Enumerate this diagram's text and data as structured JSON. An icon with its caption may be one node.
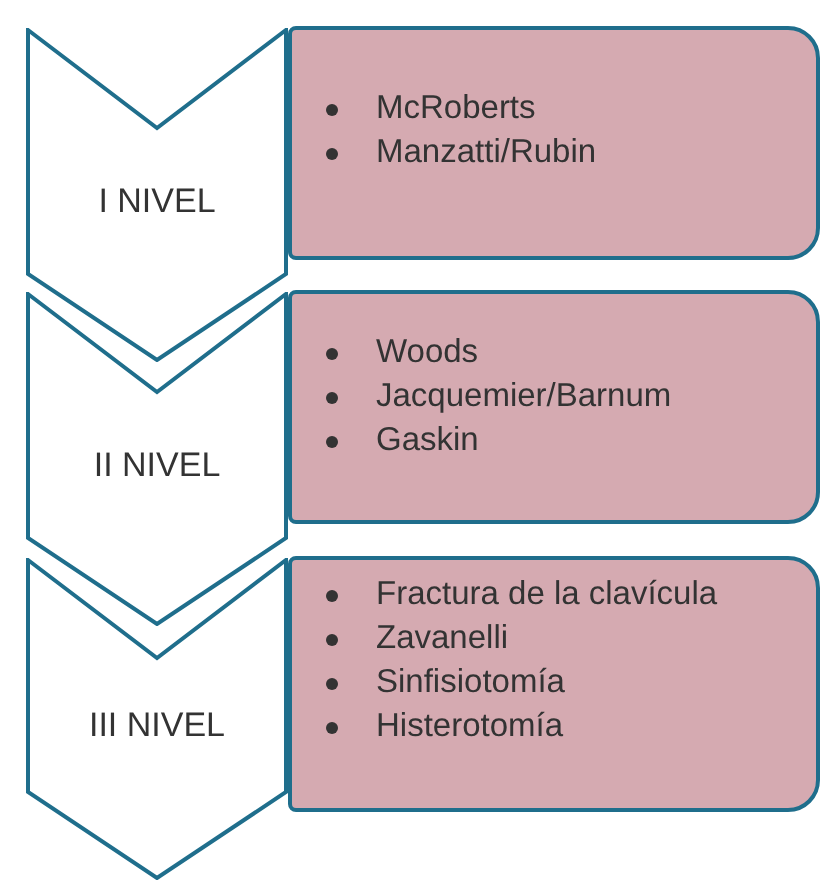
{
  "diagram": {
    "nodes": [
      {
        "text": [
          "I NIVEL"
        ]
      },
      {
        "text": [
          "McRoberts",
          "Manzatti/Rubin"
        ]
      },
      {
        "text": [
          "II NIVEL"
        ]
      },
      {
        "text": [
          "Woods",
          "Jacquemier/Barnum",
          "Gaskin"
        ]
      },
      {
        "text": [
          "III NIVEL"
        ]
      },
      {
        "text": [
          "Fractura de la clavícula",
          "Zavanelli",
          "Sinfisiotomía",
          "Histerotomía"
        ]
      }
    ]
  }
}
